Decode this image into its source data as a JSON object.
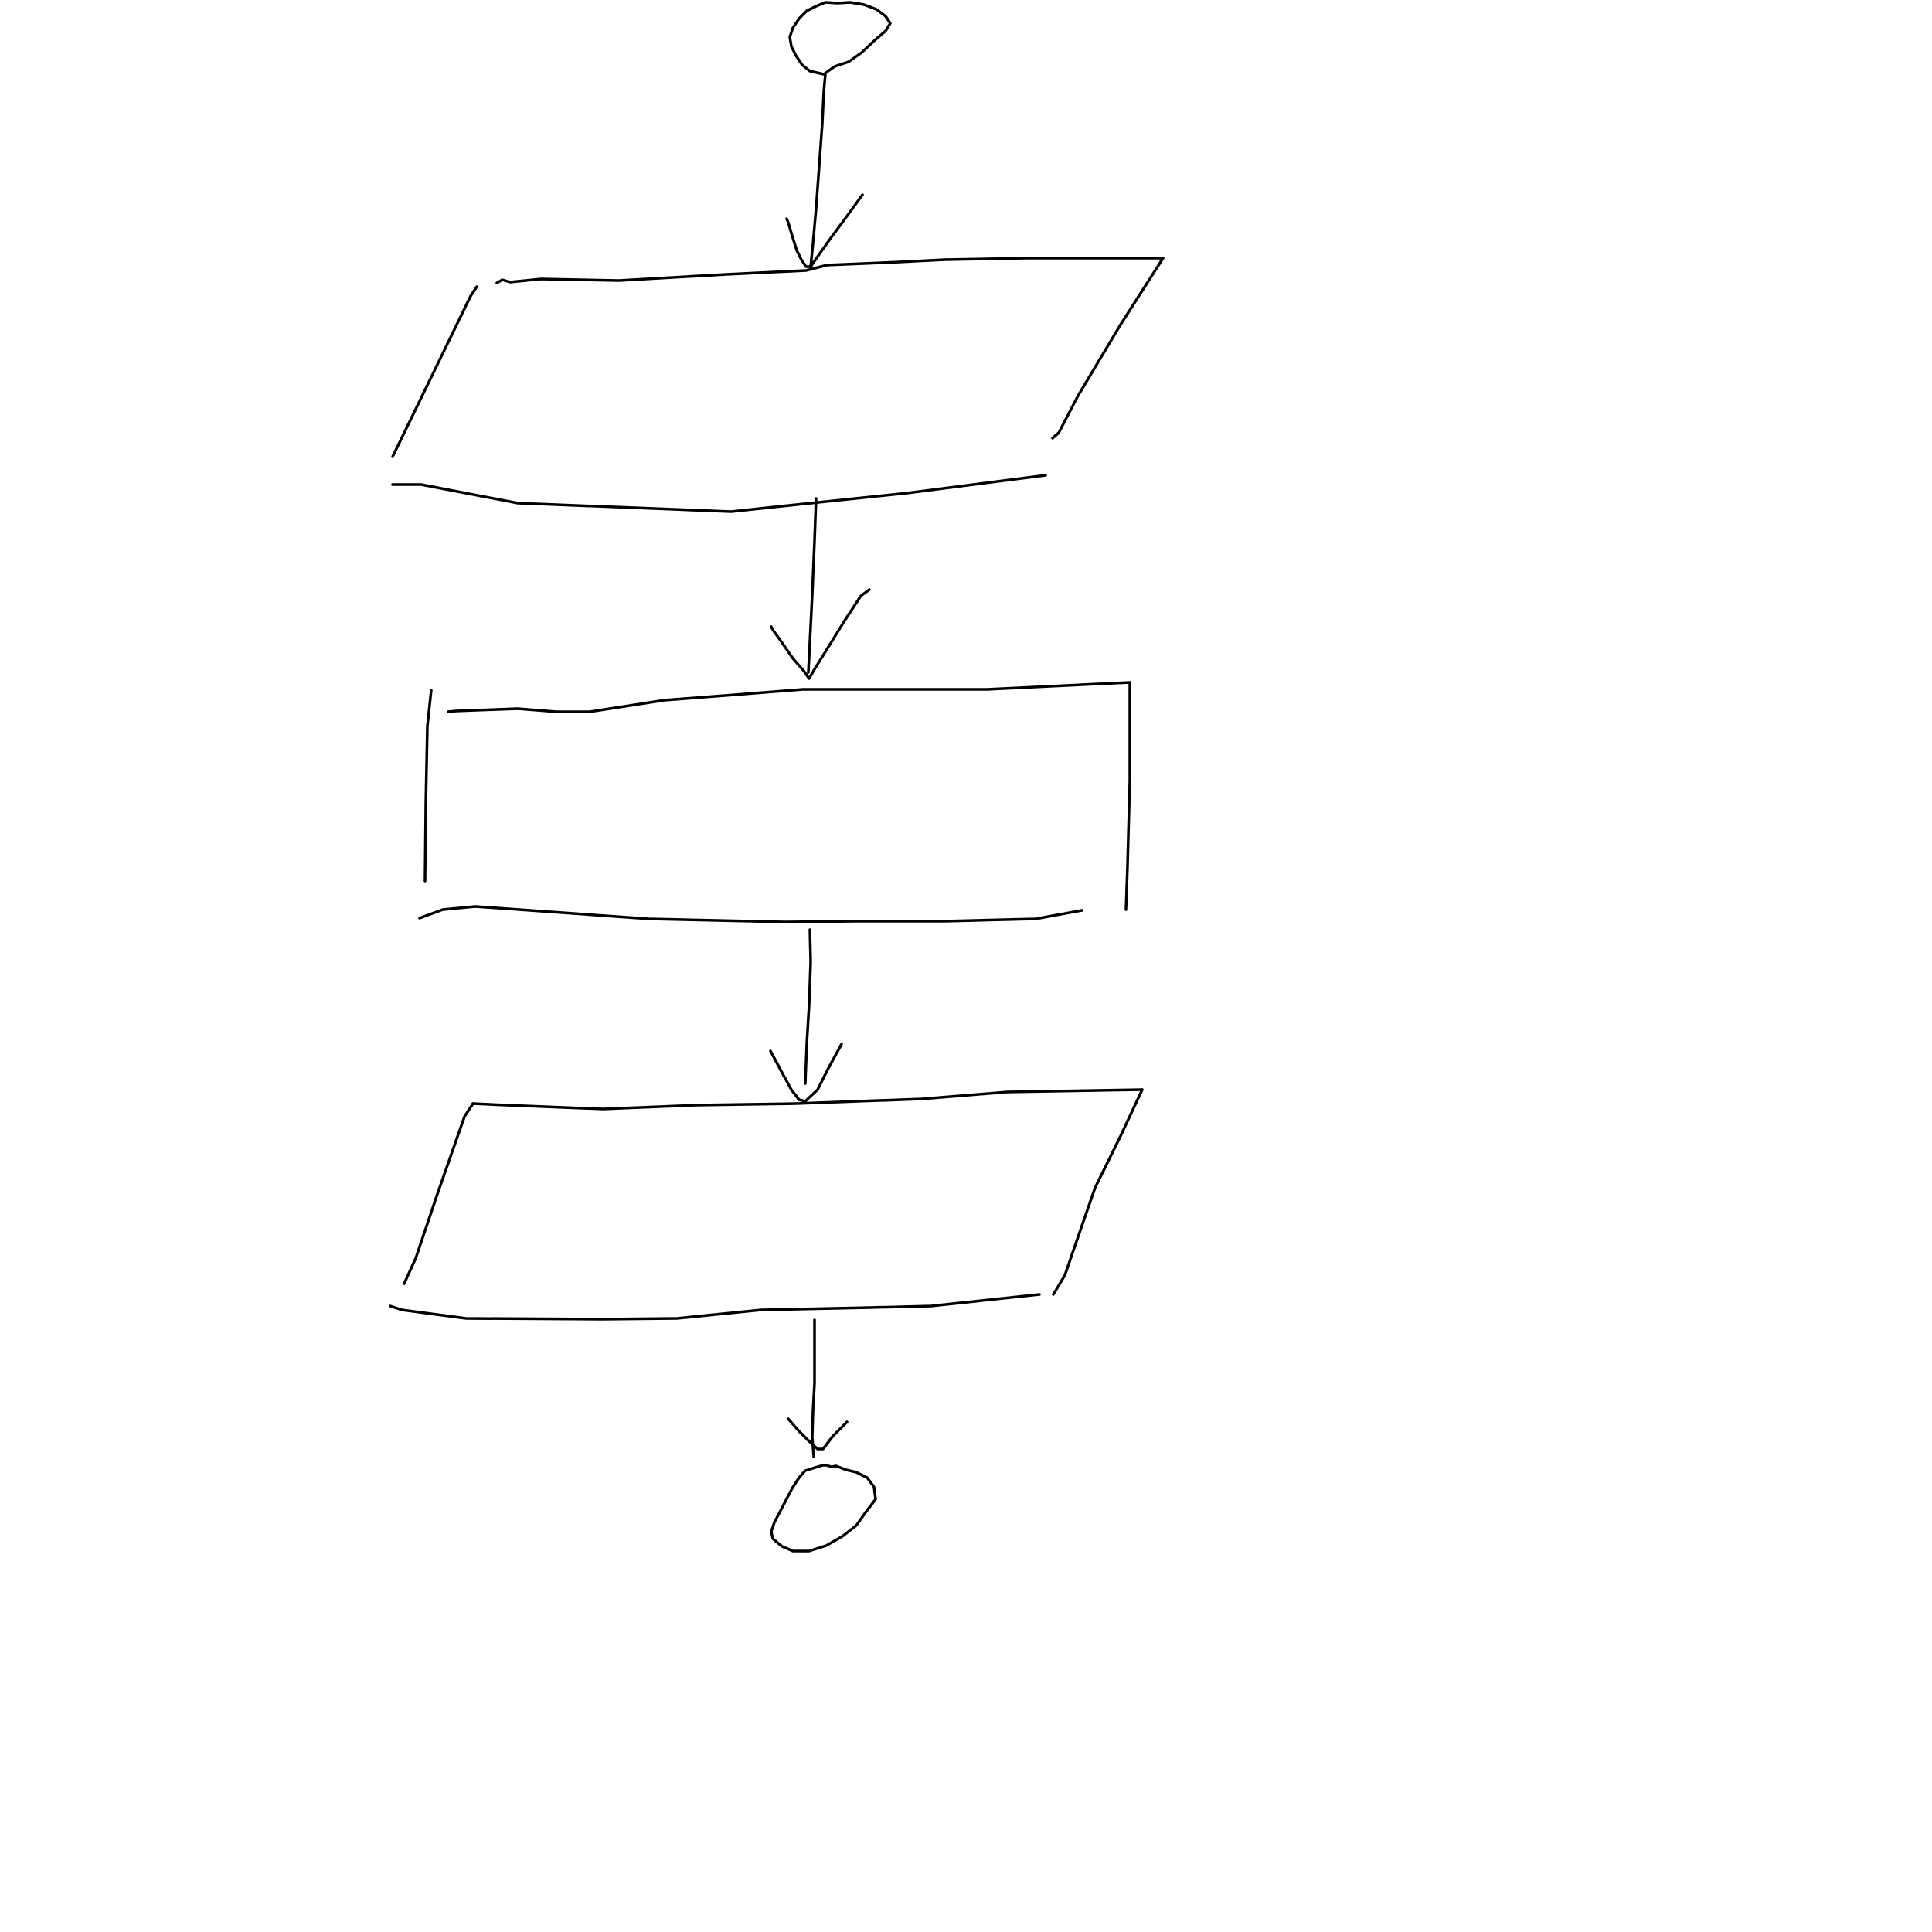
{
  "diagram": {
    "kind": "hand-drawn flowchart",
    "stroke_color": "#000000",
    "background_color": "#ffffff",
    "nodes": [
      {
        "id": "start",
        "shape": "circle",
        "role": "start terminal",
        "label": ""
      },
      {
        "id": "input",
        "shape": "parallelogram",
        "role": "input/output",
        "label": ""
      },
      {
        "id": "process",
        "shape": "rectangle",
        "role": "process",
        "label": ""
      },
      {
        "id": "output",
        "shape": "parallelogram",
        "role": "input/output",
        "label": ""
      },
      {
        "id": "end",
        "shape": "circle",
        "role": "end terminal",
        "label": ""
      }
    ],
    "edges": [
      {
        "from": "start",
        "to": "input"
      },
      {
        "from": "input",
        "to": "process"
      },
      {
        "from": "process",
        "to": "output"
      },
      {
        "from": "output",
        "to": "end"
      }
    ]
  }
}
